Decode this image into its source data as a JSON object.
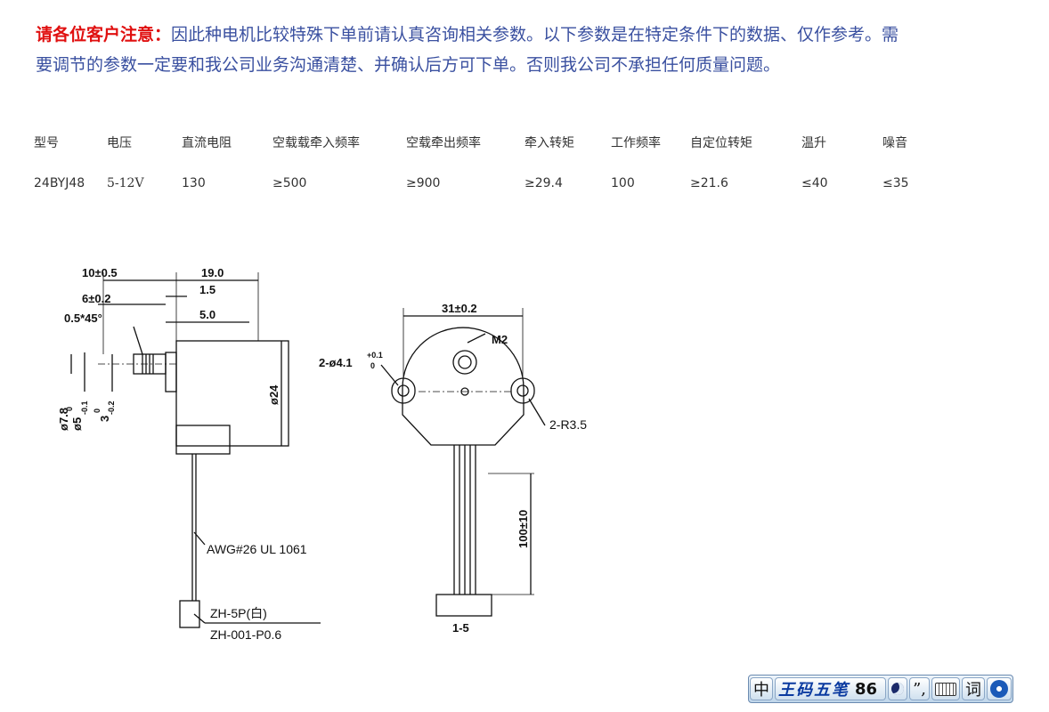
{
  "notice": {
    "prefix": "请各位客户注意：",
    "body": "因此种电机比较特殊下单前请认真咨询相关参数。以下参数是在特定条件下的数据、仅作参考。需要调节的参数一定要和我公司业务沟通清楚、并确认后方可下单。否则我公司不承担任何质量问题。"
  },
  "spec_table": {
    "headers": [
      "型号",
      "电压",
      "直流电阻",
      "空载载牵入频率",
      "空载牵出频率",
      "牵入转矩",
      "工作频率",
      "自定位转矩",
      "温升",
      "噪音"
    ],
    "values": [
      "24BYJ48",
      "5-12V",
      "130",
      "≥500",
      "≥900",
      "≥29.4",
      "100",
      "≥21.6",
      "≤40",
      "≤35"
    ]
  },
  "drawing": {
    "side_view": {
      "dim_10": "10±0.5",
      "dim_19": "19.0",
      "dim_15": "1.5",
      "dim_6": "6±0.2",
      "dim_5": "5.0",
      "chamfer": "0.5*45°",
      "dia_24": "ø24",
      "dia_78": "ø7.8",
      "dia_5": "ø5",
      "dia_5_tol_upper": "0",
      "dia_5_tol_lower": "-0.1",
      "dim_3": "3",
      "dim_3_tol_upper": "0",
      "dim_3_tol_lower": "-0.2",
      "wire_label": "AWG#26 UL 1061",
      "connector_label": "ZH-5P(白)",
      "terminal_label": "ZH-001-P0.6"
    },
    "front_view": {
      "dim_31": "31±0.2",
      "hole_label": "2-ø4.1",
      "hole_tol_upper": "+0.1",
      "hole_tol_lower": "0",
      "shaft_label": "M2",
      "radius_label": "2-R3.5",
      "lead_length": "100±10",
      "pin_label": "1-5"
    }
  },
  "ime_toolbar": {
    "mode": "中",
    "name": "王码五笔",
    "version": "86",
    "punct": "”,",
    "word": "词"
  }
}
